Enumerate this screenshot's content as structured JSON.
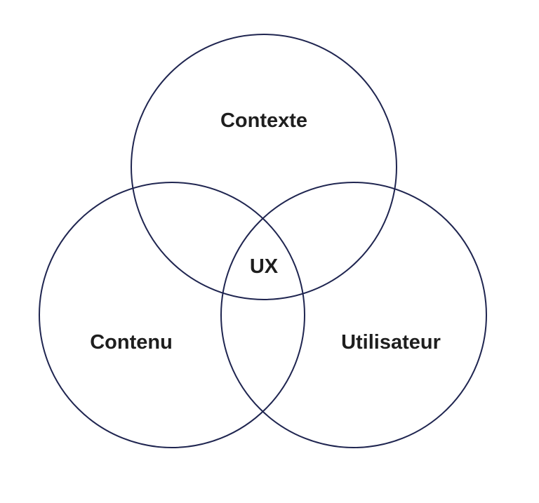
{
  "diagram": {
    "type": "venn",
    "sets": [
      {
        "id": "contexte",
        "label": "Contexte"
      },
      {
        "id": "contenu",
        "label": "Contenu"
      },
      {
        "id": "utilisateur",
        "label": "Utilisateur"
      }
    ],
    "intersection": {
      "label": "UX"
    }
  },
  "colors": {
    "background": "#ffffff",
    "stroke": "#1f2550",
    "text": "#1e1e1e"
  }
}
